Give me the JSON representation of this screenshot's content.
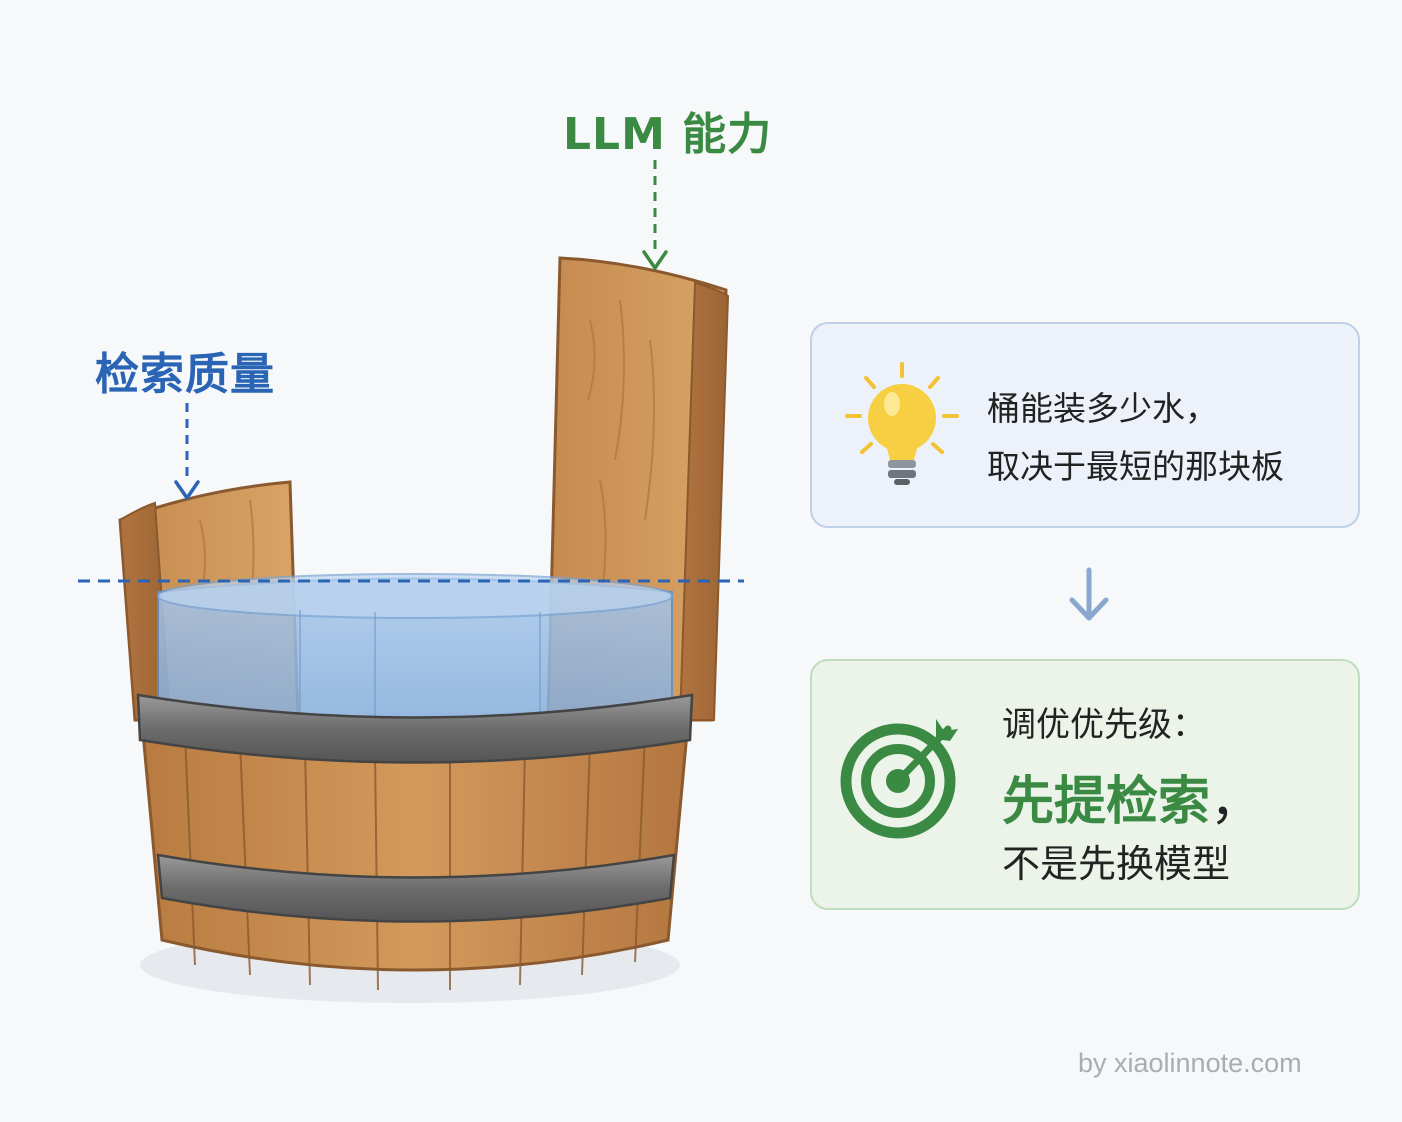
{
  "labels": {
    "retrieval_quality": "检索质量",
    "llm_capability": "LLM 能力"
  },
  "insight_card": {
    "line1": "桶能装多少水，",
    "line2": "取决于最短的那块板",
    "icon": "lightbulb-icon"
  },
  "priority_card": {
    "heading": "调优优先级：",
    "main": "先提检索",
    "main_punct": "，",
    "sub": "不是先换模型",
    "icon": "target-icon"
  },
  "watermark": "by xiaolinnote.com",
  "colors": {
    "blue_accent": "#2a64b4",
    "green_accent": "#3a8a44",
    "wood": "#c98f52",
    "water": "#8bb4e0",
    "hoop": "#7a7a7a"
  }
}
